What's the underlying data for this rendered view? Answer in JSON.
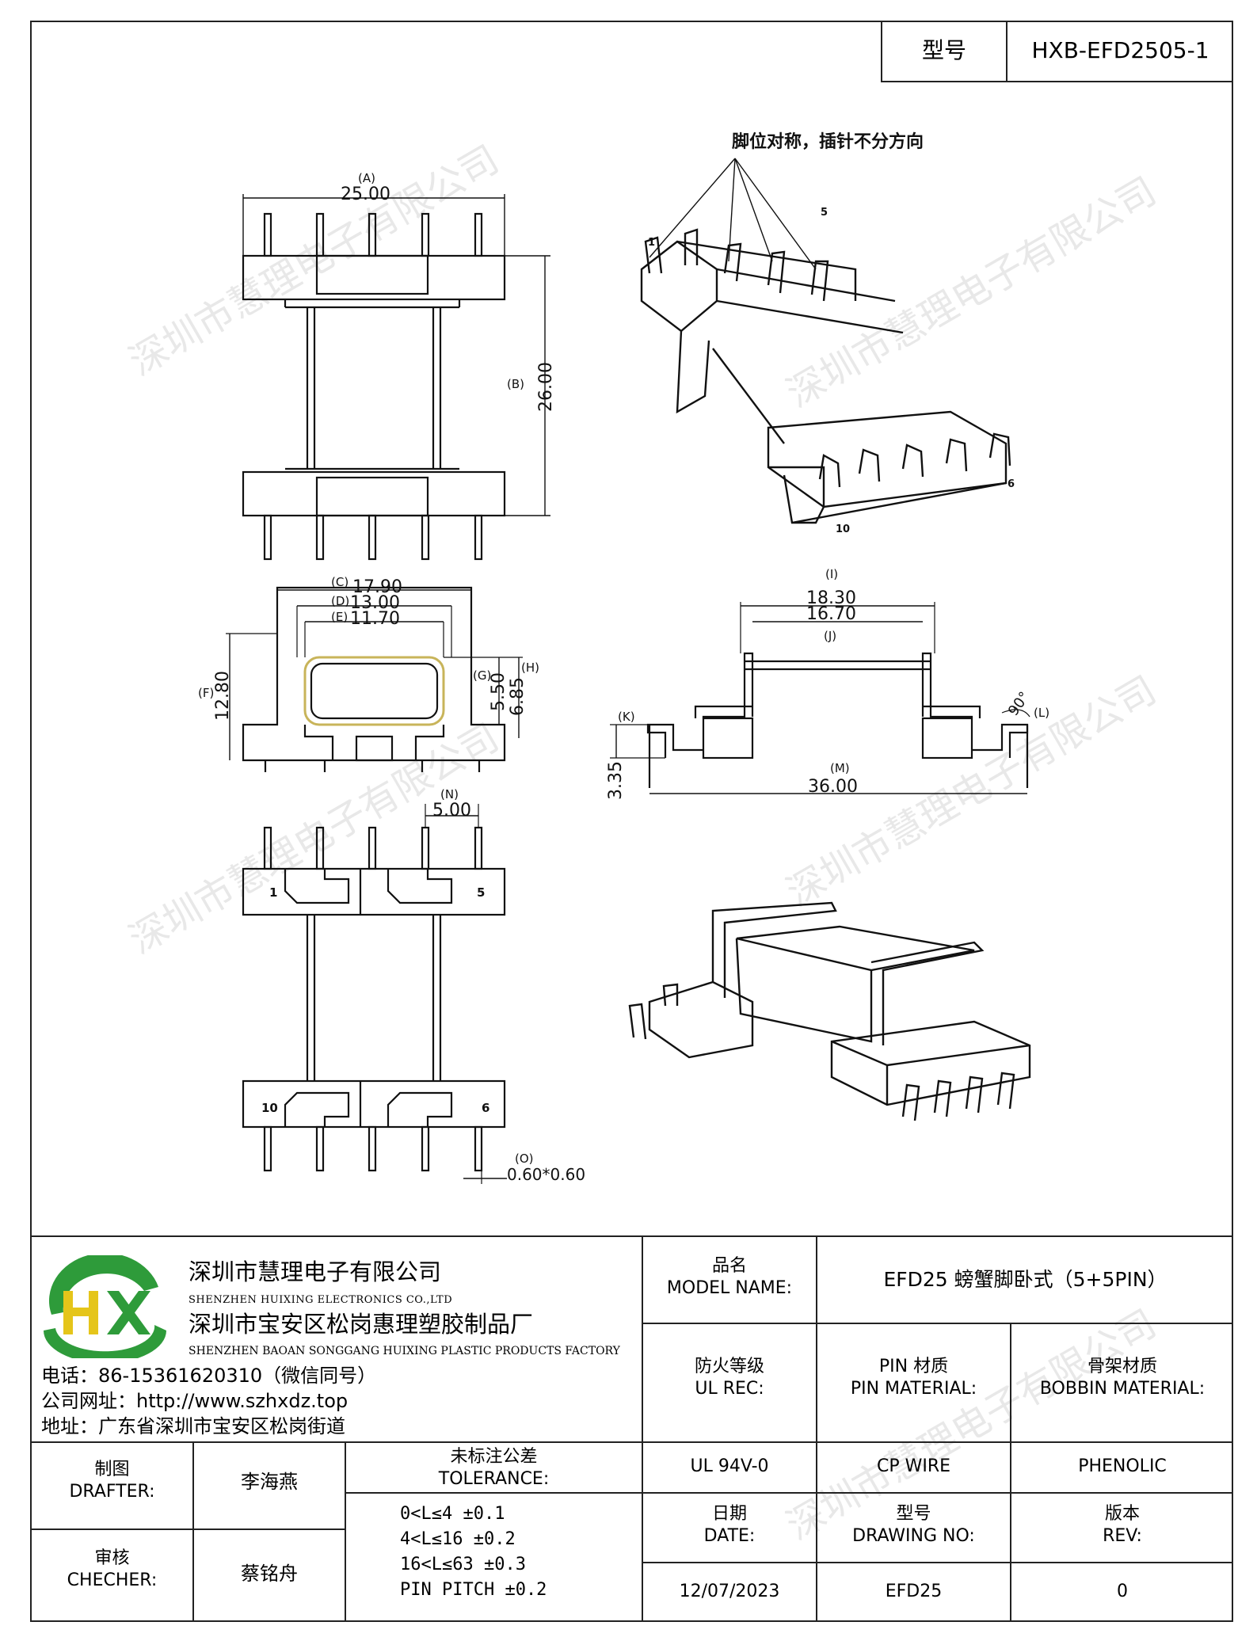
{
  "header": {
    "model_label": "型号",
    "model_value": "HXB-EFD2505-1"
  },
  "drawing": {
    "note": "脚位对称，插针不分方向",
    "top_view": {
      "dim_a_label": "(A)",
      "dim_a_value": "25.00",
      "dim_b_label": "(B)",
      "dim_b_value": "26.00"
    },
    "end_view": {
      "dim_c_label": "(C)",
      "dim_c_value": "17.90",
      "dim_d_label": "(D)",
      "dim_d_value": "13.00",
      "dim_e_label": "(E)",
      "dim_e_value": "11.70",
      "dim_f_label": "(F)",
      "dim_f_value": "12.80",
      "dim_g_label": "(G)",
      "dim_g_value": "5.50",
      "dim_h_label": "(H)",
      "dim_h_value": "6.85"
    },
    "side_view": {
      "dim_i_label": "(I)",
      "dim_i_value": "18.30",
      "dim_j_label": "(J)",
      "dim_j_value": "16.70",
      "dim_k_label": "(K)",
      "dim_k_value": "3.35",
      "dim_l_label": "(L)",
      "dim_l_value": "90°",
      "dim_m_label": "(M)",
      "dim_m_value": "36.00"
    },
    "bottom_view": {
      "dim_n_label": "(N)",
      "dim_n_value": "5.00",
      "dim_o_label": "(O)",
      "dim_o_value": "0.60*0.60",
      "pin_1": "1",
      "pin_5": "5",
      "pin_6": "6",
      "pin_10": "10"
    },
    "iso_pins": {
      "p1": "1",
      "p5": "5",
      "p6": "6",
      "p10": "10"
    }
  },
  "watermark": "深圳市慧理电子有限公司",
  "company": {
    "logo_text": "HX",
    "name_cn": "深圳市慧理电子有限公司",
    "name_en": "SHENZHEN HUIXING ELECTRONICS CO.,LTD",
    "factory_cn": "深圳市宝安区松岗惠理塑胶制品厂",
    "factory_en": "SHENZHEN BAOAN SONGGANG HUIXING PLASTIC PRODUCTS FACTORY",
    "phone": "电话：86-15361620310（微信同号）",
    "website": "公司网址：http://www.szhxdz.top",
    "address": "地址：广东省深圳市宝安区松岗街道"
  },
  "titleblock": {
    "model_name_label": "品名\nMODEL NAME:",
    "model_name_value": "EFD25 螃蟹脚卧式（5+5PIN）",
    "ul_label": "防火等级\nUL REC:",
    "pin_material_label": "PIN 材质\nPIN MATERIAL:",
    "bobbin_material_label": "骨架材质\nBOBBIN MATERIAL:",
    "ul_value": "UL 94V-0",
    "pin_material_value": "CP WIRE",
    "bobbin_material_value": "PHENOLIC",
    "drafter_label": "制图\nDRAFTER:",
    "drafter_value": "李海燕",
    "checker_label": "审核\nCHECHER:",
    "checker_value": "蔡铭舟",
    "tolerance_label": "未标注公差\nTOLERANCE:",
    "tolerance_lines": [
      "0<L≤4  ±0.1",
      "4<L≤16 ±0.2",
      "16<L≤63 ±0.3",
      "PIN PITCH ±0.2"
    ],
    "date_label": "日期\nDATE:",
    "date_value": "12/07/2023",
    "drawing_no_label": "型号\nDRAWING NO:",
    "drawing_no_value": "EFD25",
    "rev_label": "版本\nREV:",
    "rev_value": "0"
  },
  "colors": {
    "logo_green": "#2e9b3a",
    "logo_yellow": "#e5c51a",
    "line": "#222222"
  }
}
